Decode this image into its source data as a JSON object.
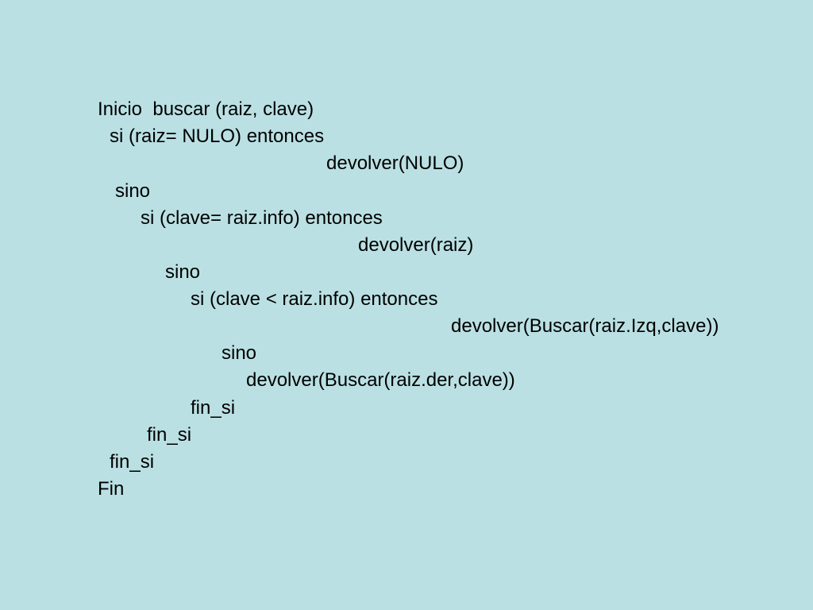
{
  "slide": {
    "background_color": "#bae0e3",
    "code_lines": [
      "Inicio  buscar (raiz, clave)",
      "si (raiz= NULO) entonces",
      "devolver(NULO)",
      "sino",
      "si (clave= raiz.info) entonces",
      "devolver(raiz)",
      "sino",
      "si (clave < raiz.info) entonces",
      "devolver(Buscar(raiz.Izq,clave))",
      "sino",
      "devolver(Buscar(raiz.der,clave))",
      "fin_si",
      "fin_si",
      "fin_si",
      "Fin"
    ]
  }
}
